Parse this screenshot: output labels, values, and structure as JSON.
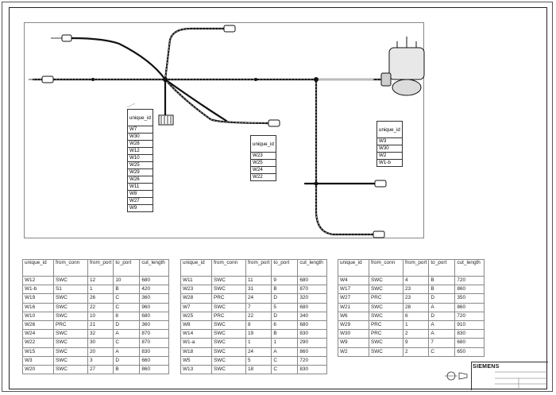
{
  "title_block": {
    "brand": "SIEMENS"
  },
  "connector_groups": [
    {
      "rows": [
        {
          "id": "W7"
        },
        {
          "id": "W30"
        },
        {
          "id": "W28"
        },
        {
          "id": "W12"
        },
        {
          "id": "W10"
        },
        {
          "id": "W25"
        },
        {
          "id": "W29"
        },
        {
          "id": "W26"
        },
        {
          "id": "W11"
        },
        {
          "id": "W8"
        },
        {
          "id": "W27"
        },
        {
          "id": "W9"
        }
      ]
    },
    {
      "rows": [
        {
          "id": "W23"
        },
        {
          "id": "W25"
        },
        {
          "id": "W24"
        },
        {
          "id": "W22"
        }
      ]
    },
    {
      "rows": [
        {
          "id": "W3"
        },
        {
          "id": "W30"
        },
        {
          "id": "W2"
        },
        {
          "id": "W1-b"
        }
      ]
    }
  ],
  "id_table_header": "unique_id",
  "bom_headers": [
    "unique_id",
    "from_conn",
    "from_port",
    "to_port",
    "cut_length"
  ],
  "bom_tables": [
    {
      "rows": [
        [
          "W12",
          "SWC",
          "12",
          "10",
          "680"
        ],
        [
          "W1-b",
          "S1",
          "1",
          "B",
          "420"
        ],
        [
          "W19",
          "SWC",
          "26",
          "C",
          "360"
        ],
        [
          "W16",
          "SWC",
          "22",
          "C",
          "960"
        ],
        [
          "W10",
          "SWC",
          "10",
          "8",
          "680"
        ],
        [
          "W26",
          "PRC",
          "21",
          "D",
          "360"
        ],
        [
          "W24",
          "SWC",
          "32",
          "A",
          "870"
        ],
        [
          "W22",
          "SWC",
          "30",
          "C",
          "870"
        ],
        [
          "W15",
          "SWC",
          "20",
          "A",
          "830"
        ],
        [
          "W3",
          "SWC",
          "3",
          "D",
          "660"
        ],
        [
          "W20",
          "SWC",
          "27",
          "B",
          "860"
        ]
      ]
    },
    {
      "rows": [
        [
          "W11",
          "SWC",
          "11",
          "9",
          "680"
        ],
        [
          "W23",
          "SWC",
          "31",
          "B",
          "870"
        ],
        [
          "W28",
          "PRC",
          "24",
          "D",
          "320"
        ],
        [
          "W7",
          "SWC",
          "7",
          "5",
          "680"
        ],
        [
          "W25",
          "PRC",
          "22",
          "D",
          "340"
        ],
        [
          "W8",
          "SWC",
          "8",
          "6",
          "680"
        ],
        [
          "W14",
          "SWC",
          "19",
          "B",
          "830"
        ],
        [
          "W1-a",
          "SWC",
          "1",
          "1",
          "290"
        ],
        [
          "W18",
          "SWC",
          "24",
          "A",
          "860"
        ],
        [
          "W5",
          "SWC",
          "5",
          "C",
          "720"
        ],
        [
          "W13",
          "SWC",
          "18",
          "C",
          "830"
        ]
      ]
    },
    {
      "rows": [
        [
          "W4",
          "SWC",
          "4",
          "B",
          "720"
        ],
        [
          "W17",
          "SWC",
          "23",
          "B",
          "860"
        ],
        [
          "W27",
          "PRC",
          "23",
          "D",
          "350"
        ],
        [
          "W21",
          "SWC",
          "28",
          "A",
          "860"
        ],
        [
          "W6",
          "SWC",
          "6",
          "D",
          "720"
        ],
        [
          "W29",
          "PRC",
          "1",
          "A",
          "910"
        ],
        [
          "W30",
          "PRC",
          "2",
          "A",
          "830"
        ],
        [
          "W9",
          "SWC",
          "9",
          "7",
          "680"
        ],
        [
          "W2",
          "SWC",
          "2",
          "C",
          "650"
        ]
      ]
    }
  ]
}
